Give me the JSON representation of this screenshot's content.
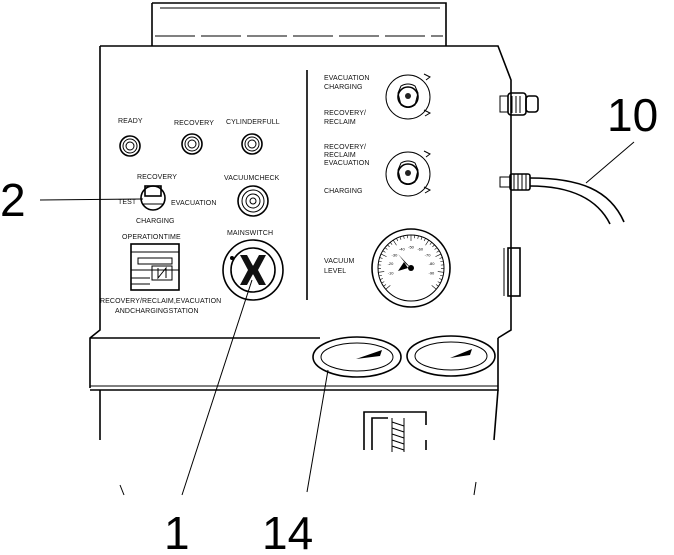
{
  "panel_labels": {
    "ready": "READY",
    "recovery": "RECOVERY",
    "cylinder_full": "CYLINDERFULL",
    "selector_recovery": "RECOVERY",
    "selector_test": "TEST",
    "selector_evacuation": "EVACUATION",
    "selector_charging": "CHARGING",
    "vacuum_check": "VACUUMCHECK",
    "operation_time": "OPERATIONTIME",
    "mains_switch": "MAINSWITCH",
    "station_line1": "RECOVERY/RECLAIM,EVACUATION",
    "station_line2": "ANDCHARGINGSTATION",
    "knob1_top_line1": "EVACUATION",
    "knob1_top_line2": "CHARGING",
    "knob1_bottom_line1": "RECOVERY/",
    "knob1_bottom_line2": "RECLAIM",
    "knob2_top_line1": "RECOVERY/",
    "knob2_top_line2": "RECLAIM",
    "knob2_top_line3": "EVACUATION",
    "knob2_bottom": "CHARGING",
    "vacuum_level_line1": "VACUUM",
    "vacuum_level_line2": "LEVEL"
  },
  "callouts": {
    "c1": "1",
    "c2": "2",
    "c10": "10",
    "c14": "14"
  },
  "gauge_ticks": [
    "-10",
    "-20",
    "-30",
    "-40",
    "-50",
    "-60",
    "-70",
    "-80",
    "-90"
  ]
}
